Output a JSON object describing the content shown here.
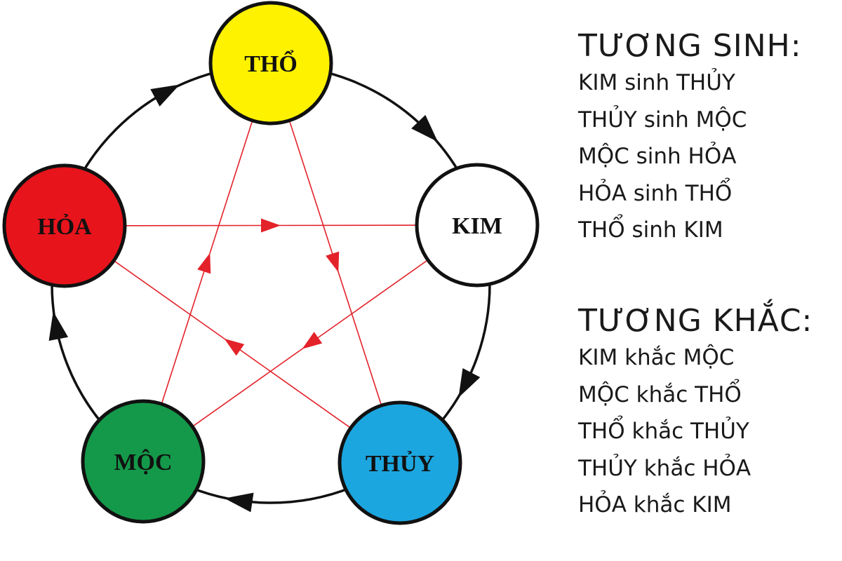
{
  "elements": [
    {
      "id": "tho",
      "label": "THỔ",
      "color": "#fef200"
    },
    {
      "id": "kim",
      "label": "KIM",
      "color": "#ffffff"
    },
    {
      "id": "thuy",
      "label": "THỦY",
      "color": "#1ca6e0"
    },
    {
      "id": "moc",
      "label": "MỘC",
      "color": "#14994a"
    },
    {
      "id": "hoa",
      "label": "HỎA",
      "color": "#e8141c"
    }
  ],
  "generating_cycle": [
    [
      "hoa",
      "tho"
    ],
    [
      "tho",
      "kim"
    ],
    [
      "kim",
      "thuy"
    ],
    [
      "thuy",
      "moc"
    ],
    [
      "moc",
      "hoa"
    ]
  ],
  "controlling_cycle": [
    [
      "hoa",
      "kim"
    ],
    [
      "tho",
      "thuy"
    ],
    [
      "kim",
      "moc"
    ],
    [
      "thuy",
      "hoa"
    ],
    [
      "moc",
      "tho"
    ]
  ],
  "colors": {
    "generating": "#111111",
    "controlling": "#e3222a"
  },
  "tuong_sinh": {
    "title": "TƯƠNG SINH:",
    "items": [
      "KIM sinh THỦY",
      "THỦY sinh MỘC",
      "MỘC sinh HỎA",
      "HỎA sinh THỔ",
      "THỔ sinh KIM"
    ]
  },
  "tuong_khac": {
    "title": "TƯƠNG KHẮC:",
    "items": [
      "KIM khắc MỘC",
      "MỘC khắc THỔ",
      "THỔ khắc THỦY",
      "THỦY khắc HỎA",
      "HỎA khắc KIM"
    ]
  }
}
